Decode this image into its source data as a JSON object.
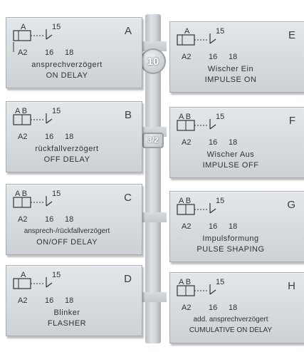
{
  "center_badges": [
    "10",
    "3/2"
  ],
  "tags": [
    {
      "letter": "A",
      "symbol": {
        "top": "A",
        "pin_top": "15",
        "bottom_left": "A2",
        "pins": [
          "16",
          "18"
        ]
      },
      "line1": "ansprechverzögert",
      "line2": "ON DELAY"
    },
    {
      "letter": "B",
      "symbol": {
        "top": "A  B",
        "pin_top": "15",
        "bottom_left": "A2",
        "pins": [
          "16",
          "18"
        ]
      },
      "line1": "rückfallverzögert",
      "line2": "OFF DELAY"
    },
    {
      "letter": "C",
      "symbol": {
        "top": "A  B",
        "pin_top": "15",
        "bottom_left": "A2",
        "pins": [
          "16",
          "18"
        ]
      },
      "line1": "ansprech-/rückfallverzögert",
      "line2": "ON/OFF DELAY"
    },
    {
      "letter": "D",
      "symbol": {
        "top": "A",
        "pin_top": "15",
        "bottom_left": "A2",
        "pins": [
          "16",
          "18"
        ]
      },
      "line1": "Blinker",
      "line2": "FLASHER"
    },
    {
      "letter": "E",
      "symbol": {
        "top": "A",
        "pin_top": "15",
        "bottom_left": "A2",
        "pins": [
          "16",
          "18"
        ]
      },
      "line1": "Wischer  Ein",
      "line2": "IMPULSE ON"
    },
    {
      "letter": "F",
      "symbol": {
        "top": "A  B",
        "pin_top": "15",
        "bottom_left": "A2",
        "pins": [
          "16",
          "18"
        ]
      },
      "line1": "Wischer  Aus",
      "line2": "IMPULSE OFF"
    },
    {
      "letter": "G",
      "symbol": {
        "top": "A  B",
        "pin_top": "15",
        "bottom_left": "A2",
        "pins": [
          "16",
          "18"
        ]
      },
      "line1": "Impulsformung",
      "line2": "PULSE SHAPING"
    },
    {
      "letter": "H",
      "symbol": {
        "top": "A  B",
        "pin_top": "15",
        "bottom_left": "A2",
        "pins": [
          "16",
          "18"
        ]
      },
      "line1": "add. ansprechverzögert",
      "line2": "CUMULATIVE ON DELAY"
    }
  ]
}
